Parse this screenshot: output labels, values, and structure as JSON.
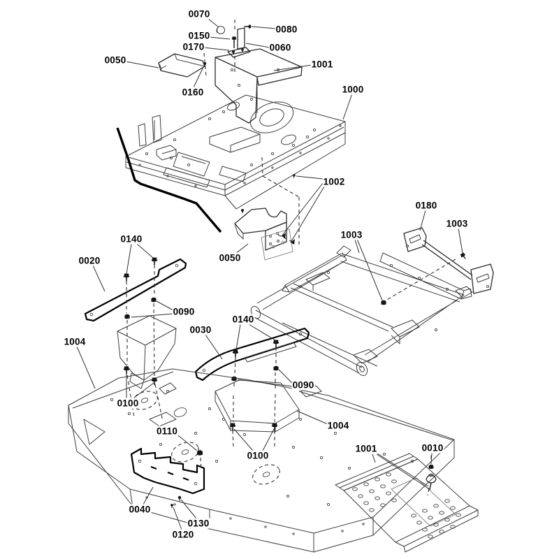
{
  "diagram": {
    "background": "#ffffff",
    "line_color": "#3d3d3d",
    "bold_line_color": "#000000",
    "label_color": "#000000",
    "labels": [
      {
        "text": "0070"
      },
      {
        "text": "0080"
      },
      {
        "text": "0150"
      },
      {
        "text": "0170"
      },
      {
        "text": "0060"
      },
      {
        "text": "0050"
      },
      {
        "text": "1001"
      },
      {
        "text": "1000"
      },
      {
        "text": "0160"
      },
      {
        "text": "1002"
      },
      {
        "text": "0180"
      },
      {
        "text": "1003"
      },
      {
        "text": "1003"
      },
      {
        "text": "0140"
      },
      {
        "text": "0050"
      },
      {
        "text": "0020"
      },
      {
        "text": "0090"
      },
      {
        "text": "0140"
      },
      {
        "text": "0030"
      },
      {
        "text": "1004"
      },
      {
        "text": "0090"
      },
      {
        "text": "0100"
      },
      {
        "text": "1004"
      },
      {
        "text": "0110"
      },
      {
        "text": "0010"
      },
      {
        "text": "1001"
      },
      {
        "text": "0100"
      },
      {
        "text": "0040"
      },
      {
        "text": "0130"
      },
      {
        "text": "0120"
      }
    ]
  }
}
